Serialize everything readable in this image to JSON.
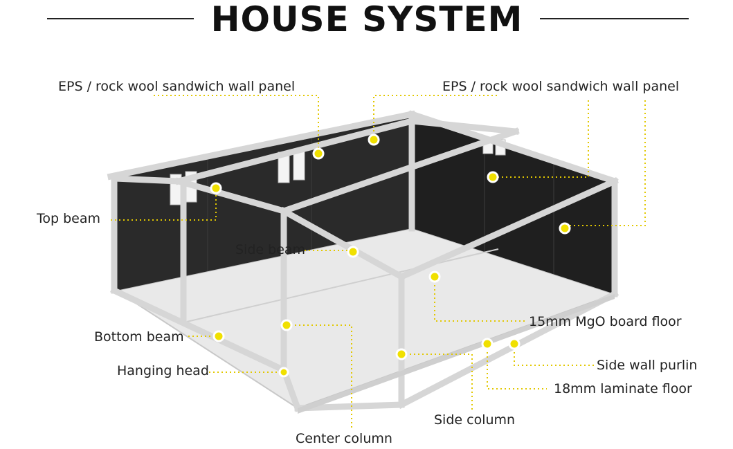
{
  "title": "HOUSE SYSTEM",
  "accent_color": "#f0e000",
  "labels": {
    "eps_left": "EPS / rock wool sandwich wall panel",
    "eps_right": "EPS / rock wool sandwich wall panel",
    "top_beam": "Top beam",
    "side_beam": "Side beam",
    "bottom_beam": "Bottom beam",
    "hanging_head": "Hanging head",
    "center_column": "Center column",
    "side_column": "Side column",
    "mgo_floor": "15mm MgO board floor",
    "side_wall_purlin": "Side wall purlin",
    "laminate_floor": "18mm laminate floor"
  }
}
